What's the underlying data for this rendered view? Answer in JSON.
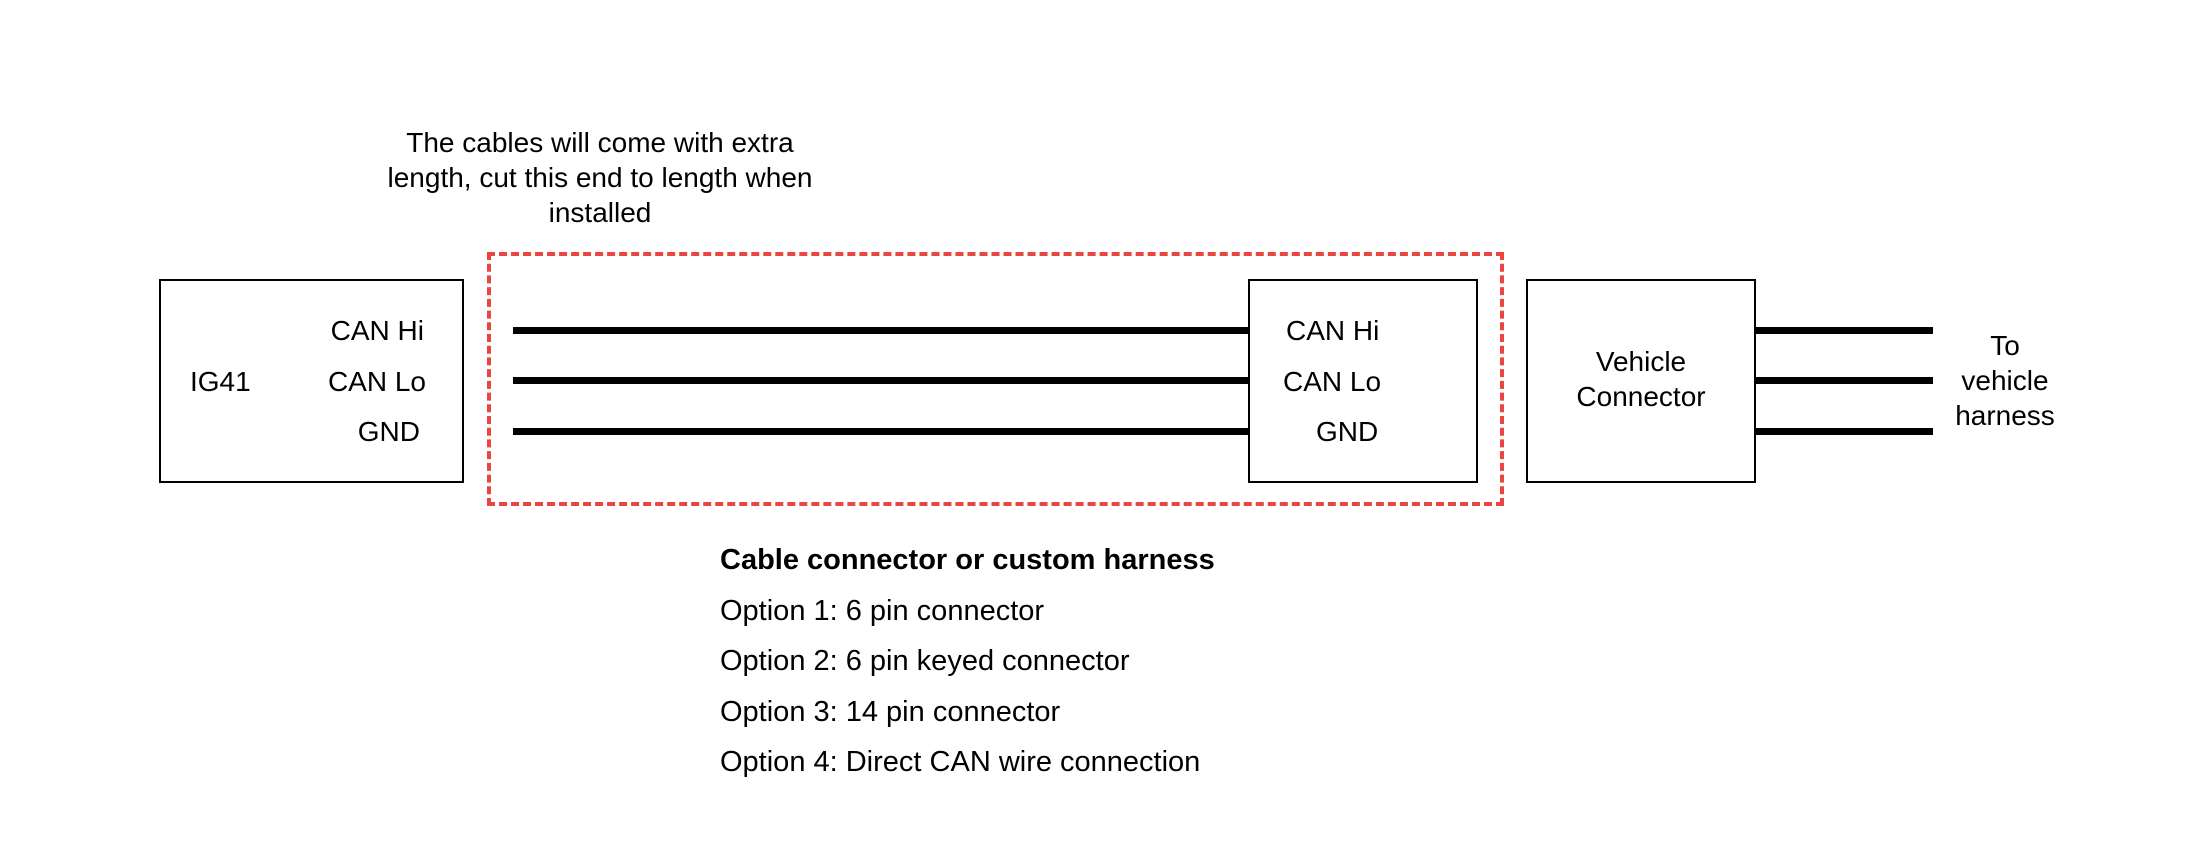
{
  "note": "The cables will come with extra length, cut this end to length when installed",
  "ig41": {
    "name": "IG41",
    "pins": [
      "CAN Hi",
      "CAN Lo",
      "GND"
    ]
  },
  "cable_end": {
    "pins": [
      "CAN Hi",
      "CAN Lo",
      "GND"
    ]
  },
  "vehicle_connector": {
    "label": "Vehicle Connector"
  },
  "to_vehicle": "To vehicle harness",
  "options": {
    "title": "Cable connector or custom harness",
    "items": [
      "Option 1: 6 pin connector",
      "Option 2: 6 pin keyed connector",
      "Option 3: 14 pin connector",
      "Option 4: Direct CAN wire connection"
    ]
  },
  "colors": {
    "dashed_region": "#e8463e",
    "lines": "#000000"
  }
}
